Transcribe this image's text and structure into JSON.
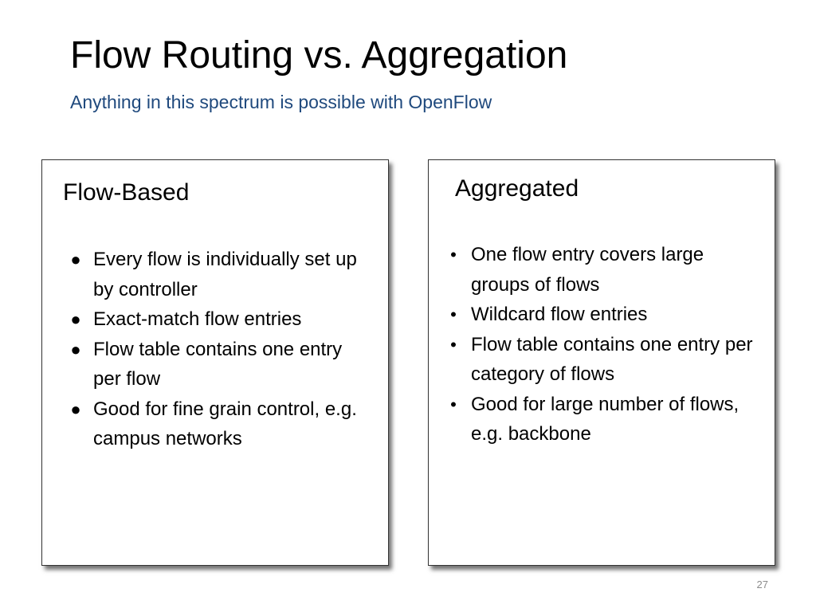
{
  "slide": {
    "title": "Flow Routing vs. Aggregation",
    "subtitle": "Anything in this spectrum is possible with OpenFlow",
    "page_number": "27"
  },
  "panels": {
    "left": {
      "heading": "Flow-Based",
      "bullets": [
        "Every flow is individually set up by controller",
        "Exact-match flow entries",
        "Flow table contains one entry per flow",
        "Good for fine grain control, e.g. campus networks"
      ]
    },
    "right": {
      "heading": "Aggregated",
      "bullets": [
        "One flow entry covers large groups of flows",
        "Wildcard flow entries",
        "Flow table contains one entry per category of flows",
        "Good for large number of flows, e.g. backbone"
      ]
    }
  },
  "colors": {
    "subtitle": "#1f497d",
    "panel_border": "#333333",
    "page_number": "#8c8c8c"
  }
}
